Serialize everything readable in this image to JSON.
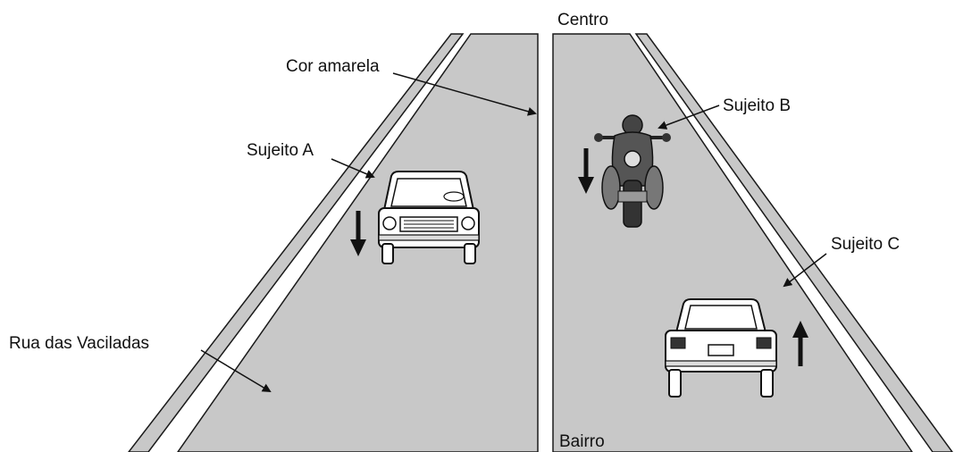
{
  "labels": {
    "top_direction": "Centro",
    "bottom_direction": "Bairro",
    "center_line": "Cor amarela",
    "street_name": "Rua das Vaciladas",
    "subject_a": "Sujeito A",
    "subject_b": "Sujeito B",
    "subject_c": "Sujeito C"
  },
  "colors": {
    "road": "#c8c8c8",
    "outline": "#1a1a1a",
    "shoulder": "#c8c8c8",
    "arrow": "#111111"
  },
  "icons": {
    "car_a": "car-front-icon",
    "motorcycle_b": "motorcycle-front-icon",
    "car_c": "car-rear-icon"
  }
}
